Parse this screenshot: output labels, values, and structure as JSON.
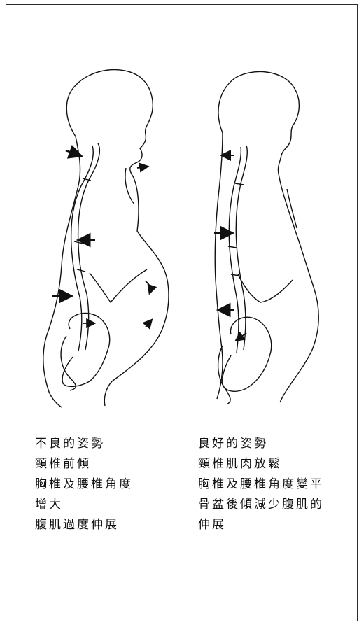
{
  "figure": {
    "left_caption": [
      "不良的姿勢",
      "頸椎前傾",
      "胸椎及腰椎角度",
      "增大",
      "腹肌過度伸展"
    ],
    "right_caption": [
      "良好的姿勢",
      "頸椎肌肉放鬆",
      "胸椎及腰椎角度變平",
      "骨盆後傾減少腹肌的",
      "伸展"
    ]
  }
}
